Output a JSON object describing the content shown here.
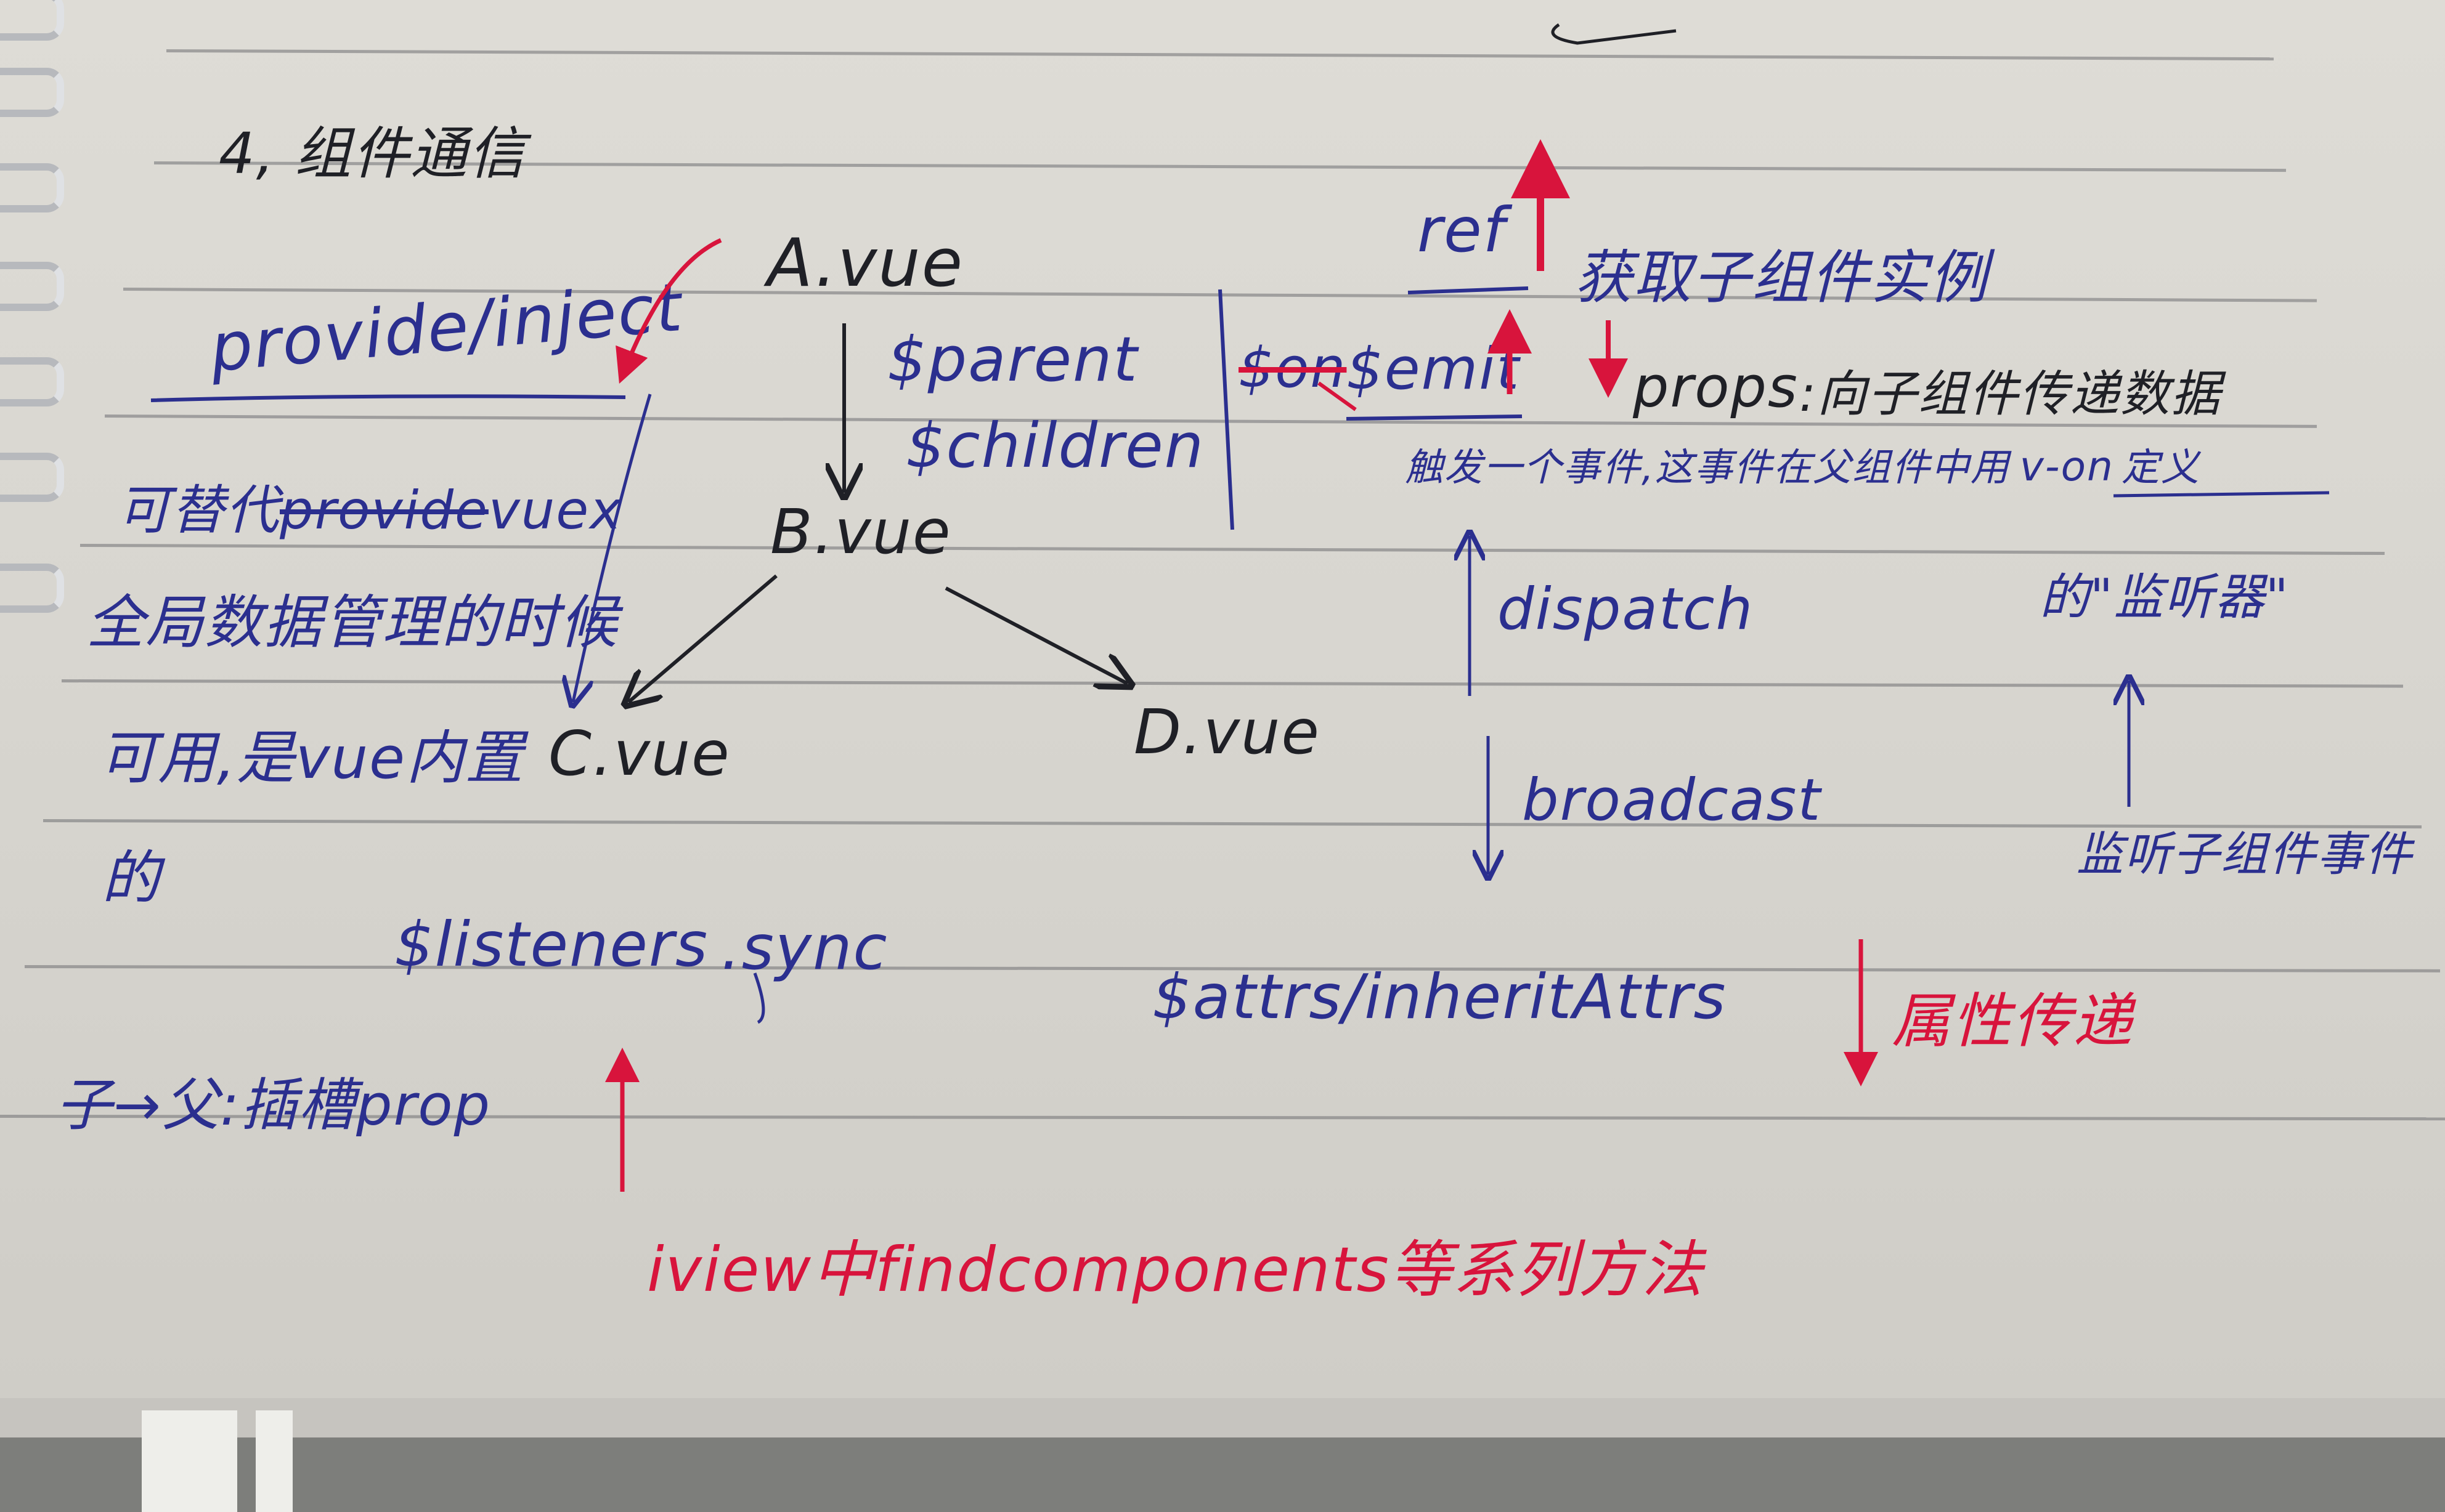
{
  "section_title": "4, 组件通信",
  "components": {
    "a": "A.vue",
    "b": "B.vue",
    "c": "C.vue",
    "d": "D.vue"
  },
  "left_notes": {
    "provide_inject": "provide/inject",
    "line1_prefix": "可替代",
    "line1_struck": "provide",
    "line1_suffix": "vuex",
    "line2": "全局数据管理的时候",
    "line3": "可用,是vue内置",
    "line4": "的"
  },
  "parent_children": {
    "parent": "$parent",
    "children": "$children"
  },
  "right_notes": {
    "ref": "ref",
    "ref_desc": "获取子组件实例",
    "emit_struck": "$on",
    "emit": "$emit",
    "props": "props",
    "props_desc": ":向子组件传递数据",
    "emit_desc_prefix": "触发一个事件,这事件在父组件中用",
    "v_on": "v-on",
    "emit_desc_suffix": "定义",
    "listener": "的\"监听器\"",
    "dispatch": "dispatch",
    "broadcast": "broadcast",
    "child_event": "监听子组件事件"
  },
  "bottom_notes": {
    "listeners": "$listeners",
    "sync": ".sync",
    "child_to_parent": "子→父:插槽prop",
    "attrs": "$attrs/inheritAttrs",
    "attrs_desc": "属性传递",
    "iview": "iview中findcomponents等系列方法"
  },
  "colors": {
    "paper": "#dcdad4",
    "blue_ink": "#2b2f8f",
    "black_ink": "#1f2026",
    "red_ink": "#d8143c",
    "rule_line": "#6f6f73"
  }
}
